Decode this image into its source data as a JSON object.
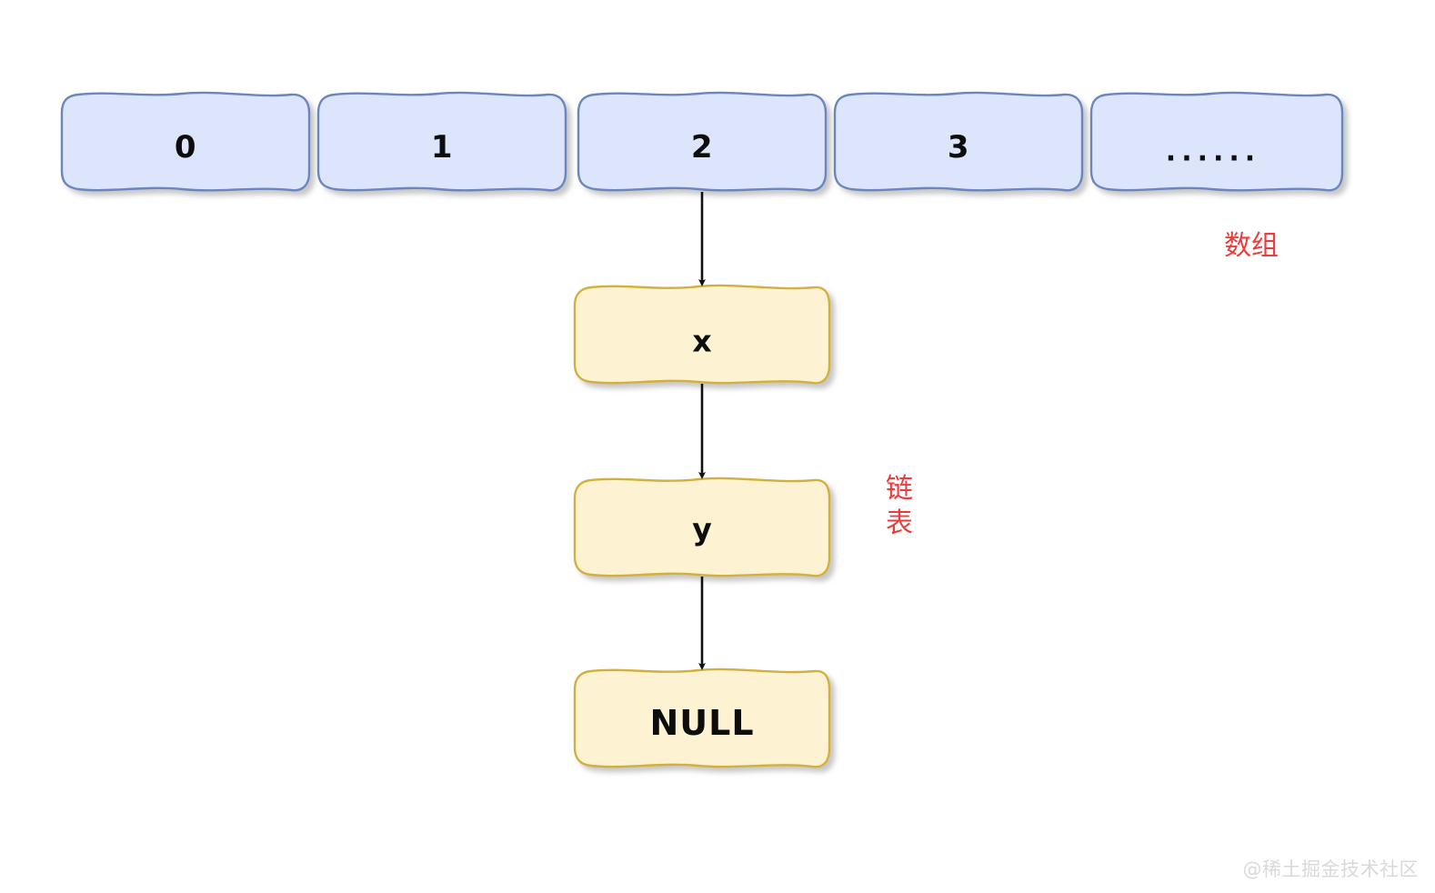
{
  "diagram": {
    "type": "hash-table-separate-chaining",
    "background_color": "#ffffff",
    "array": {
      "label": "数组",
      "label_color": "#ee3b3b",
      "fill_color": "#dce5fc",
      "border_color": "#6b86be",
      "cells": [
        {
          "text": "0"
        },
        {
          "text": "1"
        },
        {
          "text": "2"
        },
        {
          "text": "3"
        },
        {
          "text": "......"
        }
      ]
    },
    "linked_list": {
      "label_line1": "链",
      "label_line2": "表",
      "label_color": "#ee3b3b",
      "fill_color": "#fdf3d2",
      "border_color": "#d3b03a",
      "nodes": [
        {
          "text": "x"
        },
        {
          "text": "y"
        },
        {
          "text": "NULL"
        }
      ]
    },
    "arrow_color": "#111111"
  },
  "watermark": {
    "text": "@稀土掘金技术社区"
  }
}
